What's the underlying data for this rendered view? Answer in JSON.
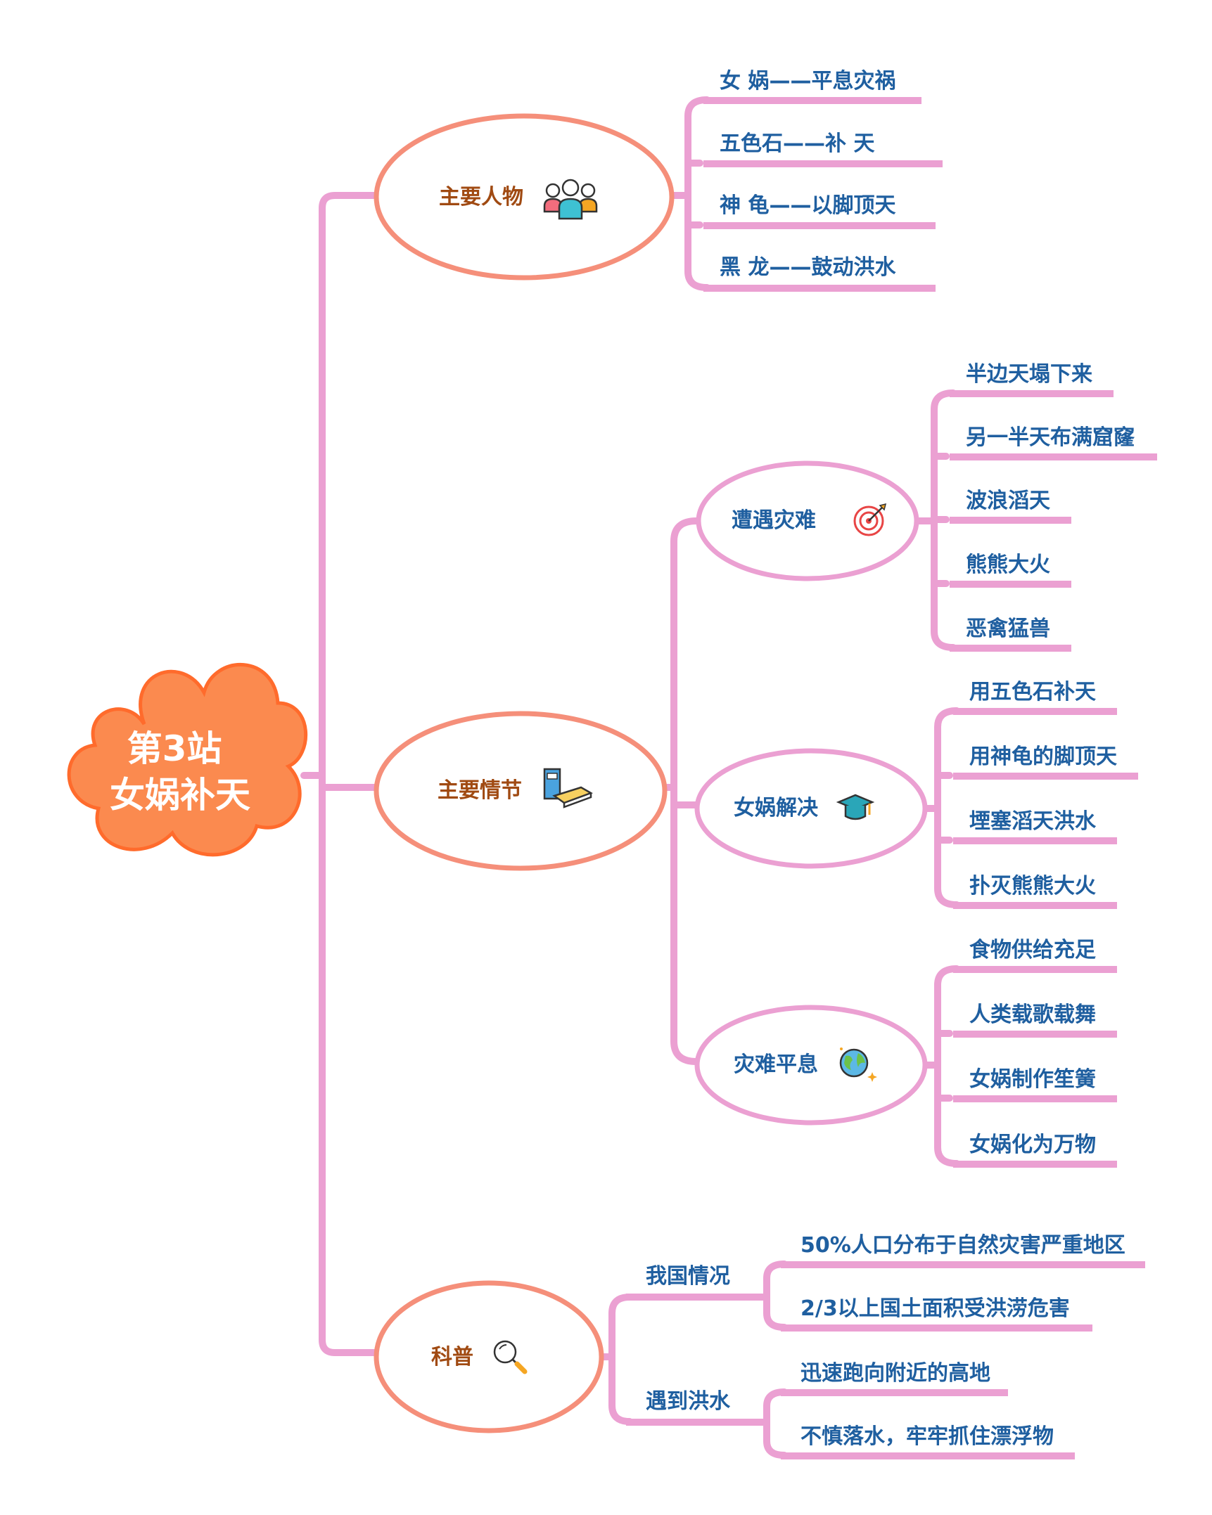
{
  "root": {
    "line1": "第3站",
    "line2": "女娲补天"
  },
  "branches": [
    {
      "label": "主要人物",
      "icon": "people-icon",
      "leaves": [
        "女  娲——平息灾祸",
        "五色石——补     天",
        "神     龟——以脚顶天",
        "黑     龙——鼓动洪水"
      ]
    },
    {
      "label": "主要情节",
      "icon": "books-icon",
      "subs": [
        {
          "label": "遭遇灾难",
          "icon": "target-icon",
          "leaves": [
            "半边天塌下来",
            "另一半天布满窟窿",
            "波浪滔天",
            "熊熊大火",
            "恶禽猛兽"
          ]
        },
        {
          "label": "女娲解决",
          "icon": "graduation-cap-icon",
          "leaves": [
            "用五色石补天",
            "用神龟的脚顶天",
            "堙塞滔天洪水",
            "扑灭熊熊大火"
          ]
        },
        {
          "label": "灾难平息",
          "icon": "globe-icon",
          "leaves": [
            "食物供给充足",
            "人类载歌载舞",
            "女娲制作笙簧",
            "女娲化为万物"
          ]
        }
      ]
    },
    {
      "label": "科普",
      "icon": "magnifier-icon",
      "subs": [
        {
          "label": "我国情况",
          "leaves": [
            "50%人口分布于自然灾害严重地区",
            "2/3以上国土面积受洪涝危害"
          ]
        },
        {
          "label": "遇到洪水",
          "leaves": [
            "迅速跑向附近的高地",
            "不慎落水，牢牢抓住漂浮物"
          ]
        }
      ]
    }
  ],
  "colors": {
    "connector": "#eba0d2",
    "node_border": "#f58f7a",
    "root_fill": "#fb8a4f",
    "root_border": "#ff6b2c",
    "leaf_text": "#1f5fa0",
    "branch_text": "#a04a12"
  }
}
